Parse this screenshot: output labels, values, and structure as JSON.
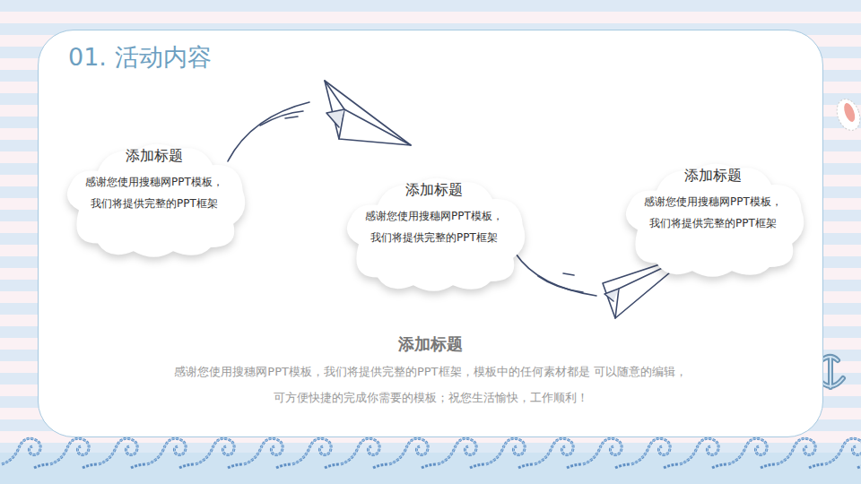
{
  "diagram": {
    "title": "01. 活动内容",
    "nodes": [
      {
        "text": [
          "添加标题",
          "感谢您使用搜穗网PPT模板， 我们将提供完整的PPT框架"
        ]
      },
      {
        "text": [
          "添加标题",
          "感谢您使用搜穗网PPT模板， 我们将提供完整的PPT框架"
        ]
      },
      {
        "text": [
          "添加标题",
          "感谢您使用搜穗网PPT模板， 我们将提供完整的PPT框架"
        ]
      }
    ],
    "labels": [
      "添加标题",
      "感谢您使用搜穗网PPT模板，我们将提供完整的PPT框架，模板中的任何素材都是 可以随意的编辑，可方便快捷的完成你需要的模板；祝您生活愉快，工作顺利！"
    ]
  }
}
